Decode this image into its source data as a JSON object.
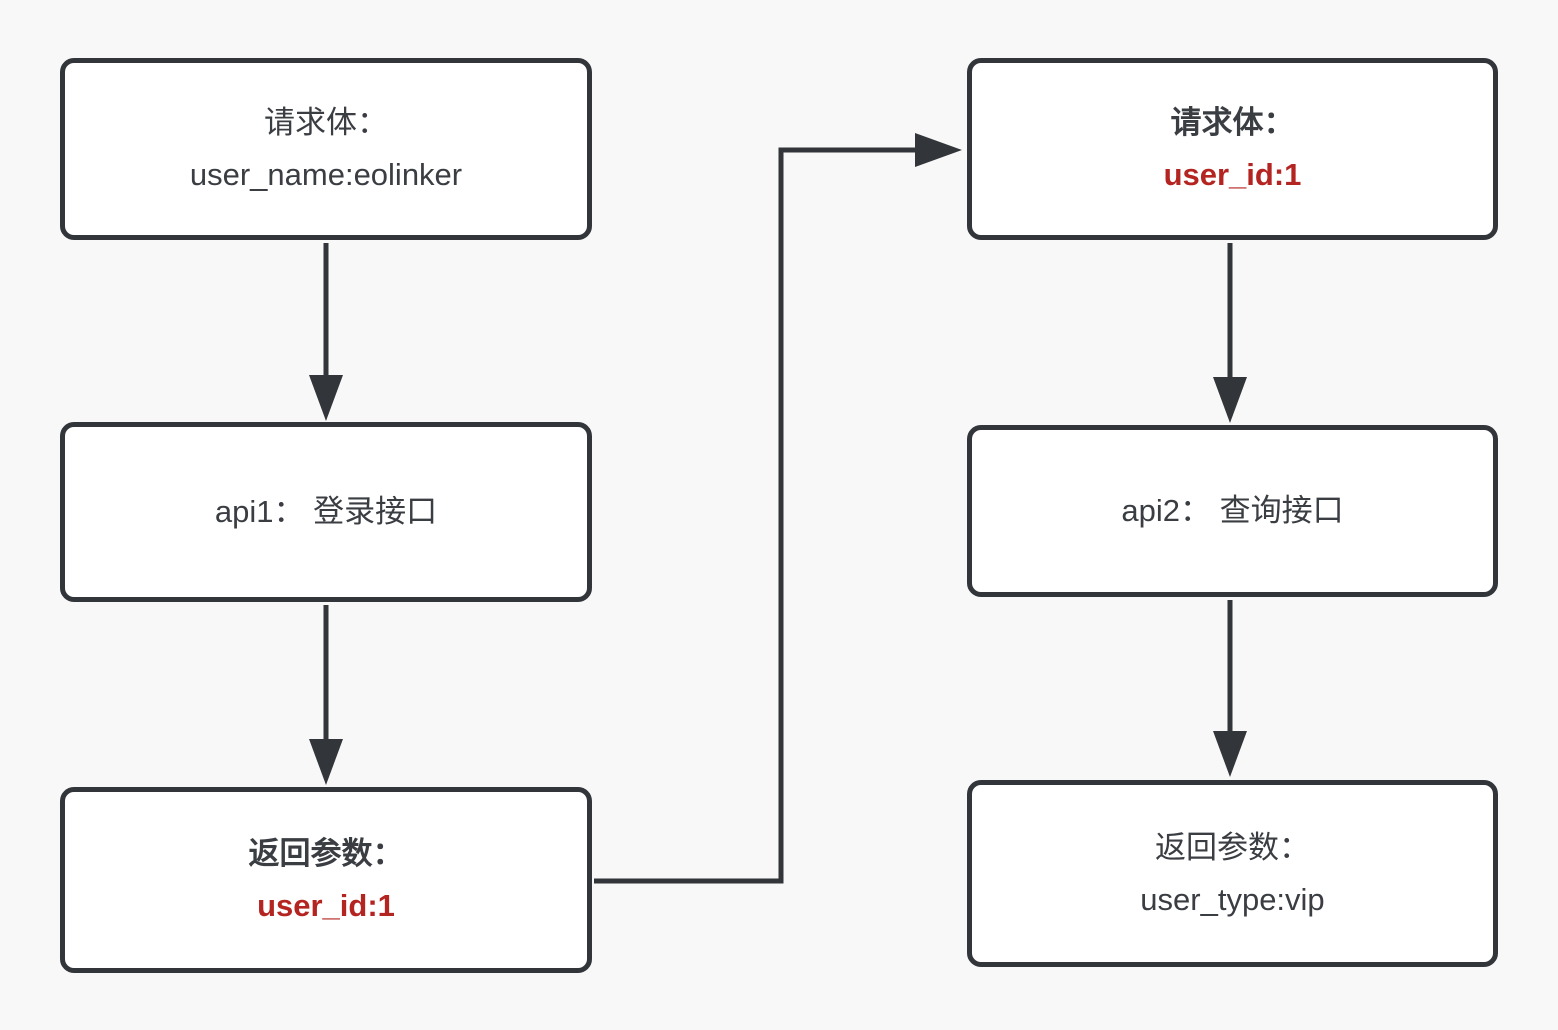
{
  "diagram": {
    "background_color": "#f8f8f8",
    "node_fill_color": "#ffffff",
    "stroke_color": "#323539",
    "text_color": "#3a3d42",
    "highlight_color": "#b42421",
    "nodes": [
      {
        "id": "request-1",
        "title": "请求体：",
        "value": "user_name:eolinker",
        "highlighted": false
      },
      {
        "id": "api-1",
        "label": "api1： 登录接口"
      },
      {
        "id": "return-1",
        "title": "返回参数：",
        "value": "user_id:1",
        "highlighted": true
      },
      {
        "id": "request-2",
        "title": "请求体：",
        "value": "user_id:1",
        "highlighted": true
      },
      {
        "id": "api-2",
        "label": "api2： 查询接口"
      },
      {
        "id": "return-2",
        "title": "返回参数：",
        "value": "user_type:vip",
        "highlighted": false
      }
    ],
    "edges": [
      {
        "from": "request-1",
        "to": "api-1"
      },
      {
        "from": "api-1",
        "to": "return-1"
      },
      {
        "from": "return-1",
        "to": "request-2"
      },
      {
        "from": "request-2",
        "to": "api-2"
      },
      {
        "from": "api-2",
        "to": "return-2"
      }
    ]
  }
}
